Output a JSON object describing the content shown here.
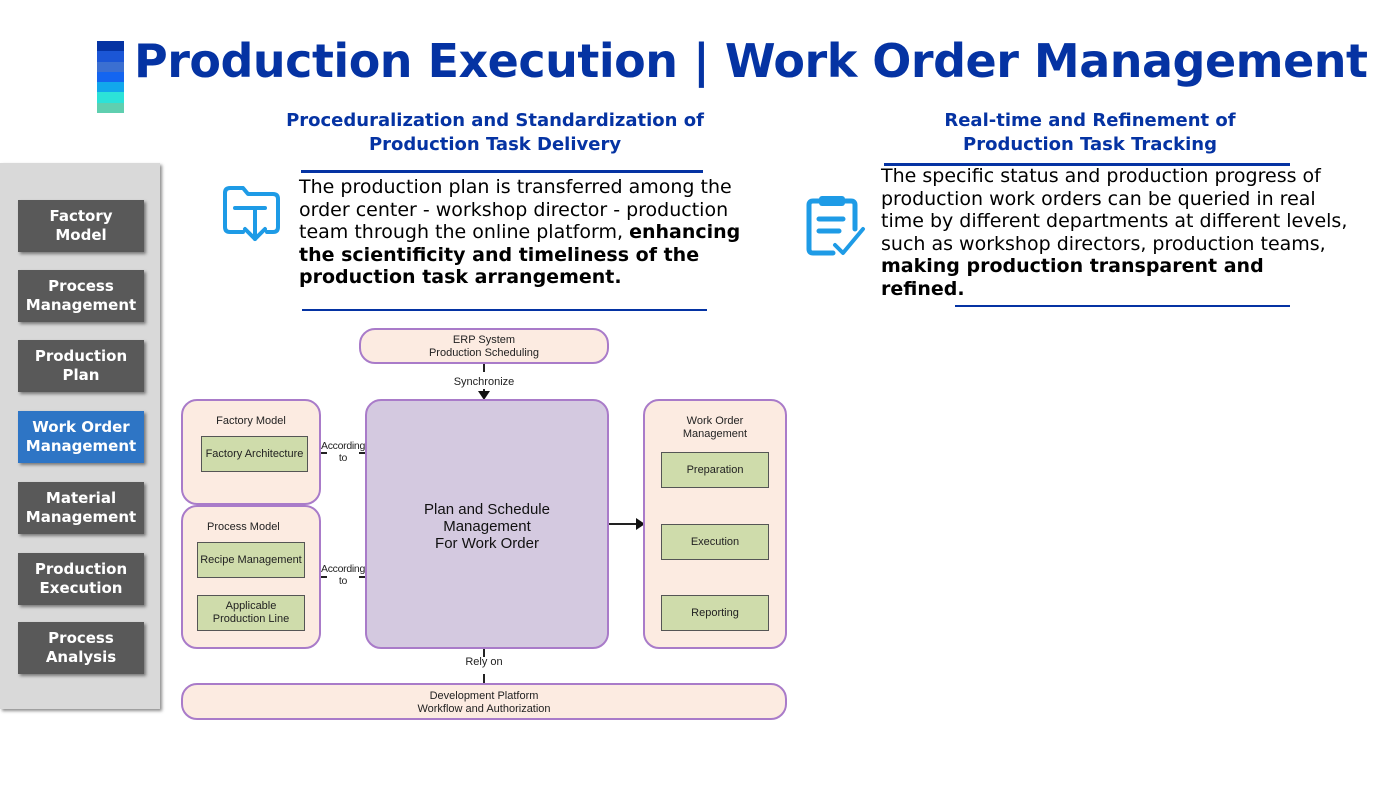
{
  "header": {
    "title": "Production Execution | Work Order Management",
    "logo_stripe_colors": [
      "#0533a3",
      "#1b56d6",
      "#3b6fd1",
      "#1465f0",
      "#12a7ec",
      "#2ce2d8",
      "#5fcfb0"
    ],
    "title_color": "#0533a3"
  },
  "sidebar": {
    "items": [
      {
        "label": "Factory\nModel",
        "active": false
      },
      {
        "label": "Process\nManagement",
        "active": false
      },
      {
        "label": "Production\nPlan",
        "active": false
      },
      {
        "label": "Work Order\nManagement",
        "active": true
      },
      {
        "label": "Material\nManagement",
        "active": false
      },
      {
        "label": "Production\nExecution",
        "active": false
      },
      {
        "label": "Process\nAnalysis",
        "active": false
      }
    ],
    "active_color": "#2e75c5",
    "inactive_color": "#595959"
  },
  "left_section": {
    "heading": "Proceduralization and Standardization of\nProduction Task Delivery",
    "icon": "folder-download-icon",
    "body_plain": "The production plan is transferred among the order center - workshop director - production team through the online platform, ",
    "body_bold": "enhancing the scientificity and timeliness of the production task arrangement."
  },
  "right_section": {
    "heading": "Real-time and Refinement of\nProduction Task Tracking",
    "icon": "clipboard-check-icon",
    "body_plain": "The specific status and production progress of production work orders can be queried in real time by different departments at different levels, such as workshop directors, production teams, ",
    "body_bold": "making production transparent and refined."
  },
  "diagram": {
    "erp": "ERP System\nProduction Scheduling",
    "synchronize": "Synchronize",
    "factory_model": {
      "title": "Factory Model",
      "items": [
        "Factory Architecture"
      ]
    },
    "process_model": {
      "title": "Process Model",
      "items": [
        "Recipe Management",
        "Applicable\nProduction Line"
      ]
    },
    "according_to_1": "According\nto",
    "according_to_2": "According\nto",
    "main": "Plan and Schedule\nManagement\nFor Work Order",
    "work_order": {
      "title": "Work Order\nManagement",
      "items": [
        "Preparation",
        "Execution",
        "Reporting"
      ]
    },
    "rely_on": "Rely on",
    "platform": "Development Platform\nWorkflow and Authorization"
  }
}
